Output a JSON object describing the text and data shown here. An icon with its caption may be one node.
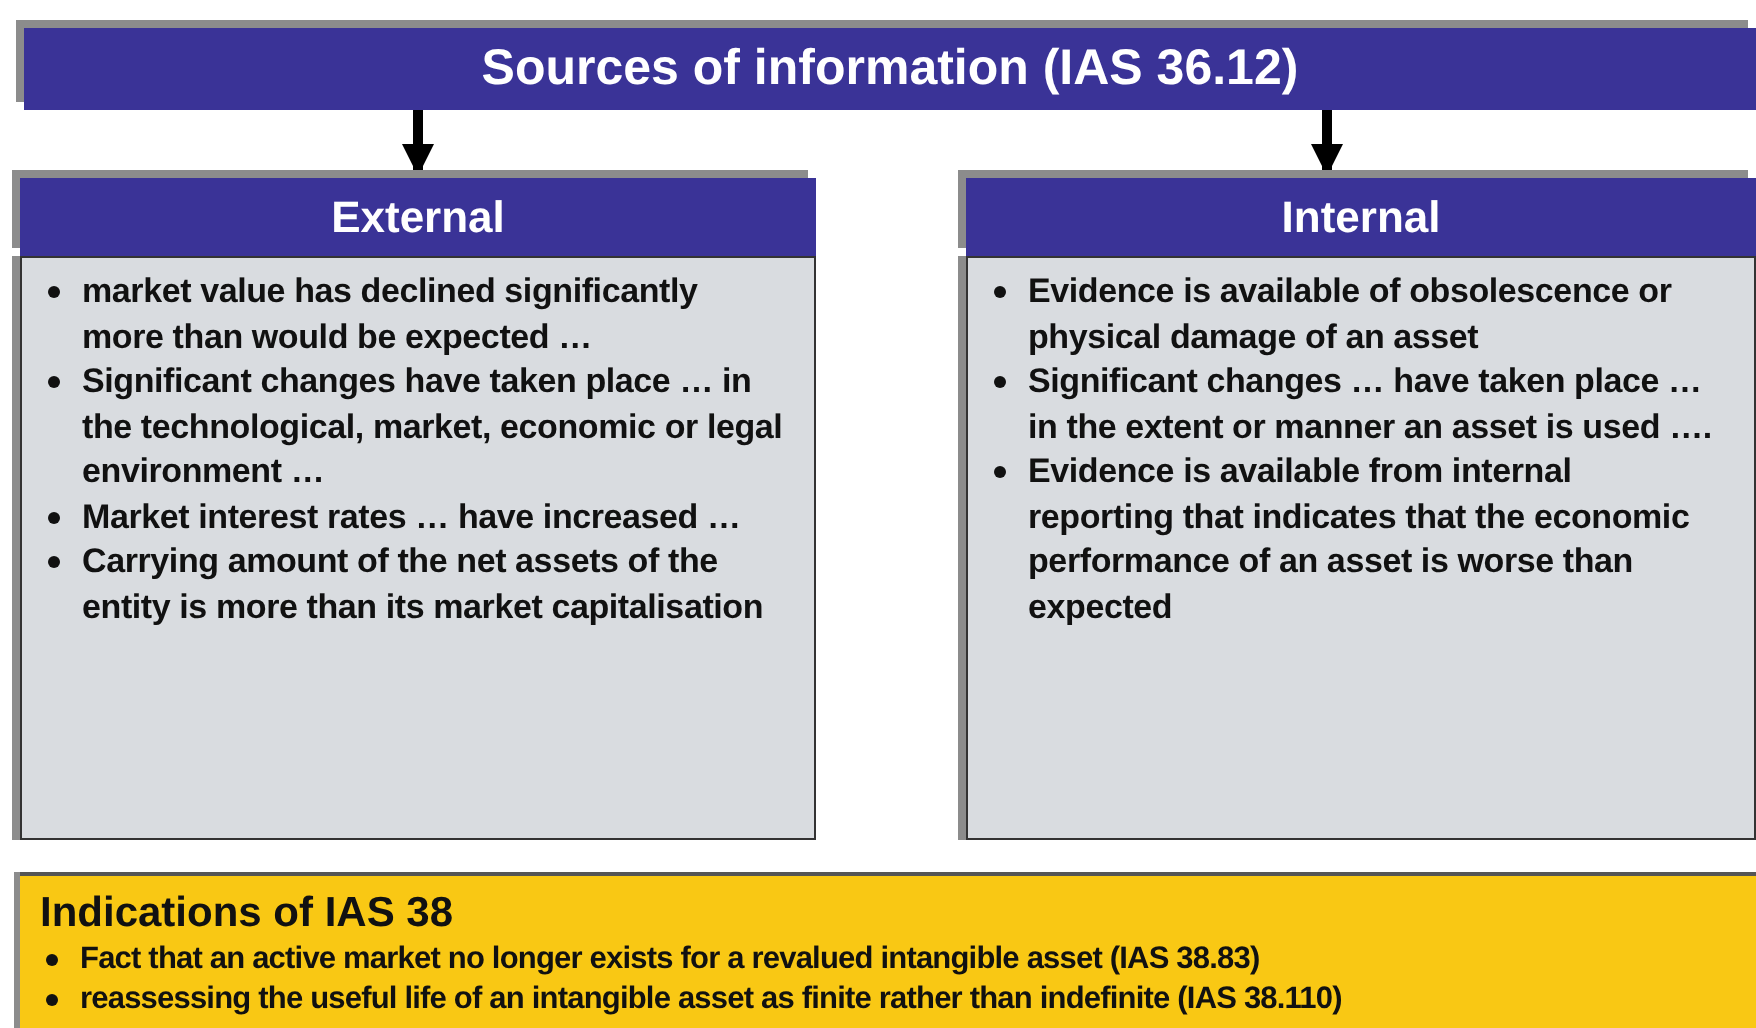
{
  "diagram": {
    "nodes": [
      {
        "text": [
          "Sources of information (IAS 36.12)"
        ]
      },
      {
        "text": [
          "External",
          "market value has declined significantly more than would be expected …",
          "Significant changes have taken place … in the technological, market, economic or legal environment …",
          "Market interest rates … have increased …",
          "Carrying amount of the net assets of the entity is more than its market capitalisation"
        ]
      },
      {
        "text": [
          "Internal",
          "Evidence is available of obsolescence or physical damage of an asset",
          "Significant changes … have taken place … in the extent or manner an asset is used ….",
          "Evidence is available from internal reporting that indicates that the economic performance of an asset is worse than expected"
        ]
      },
      {
        "text": [
          "Indications of IAS 38",
          "Fact that an active market no longer exists for a revalued intangible asset (IAS 38.83)",
          "reassessing the useful life of an intangible asset as finite rather than indefinite (IAS 38.110)"
        ]
      }
    ],
    "edges": [
      {
        "from": 0,
        "to": 1,
        "arrow": "to"
      },
      {
        "from": 0,
        "to": 2,
        "arrow": "to"
      }
    ]
  }
}
